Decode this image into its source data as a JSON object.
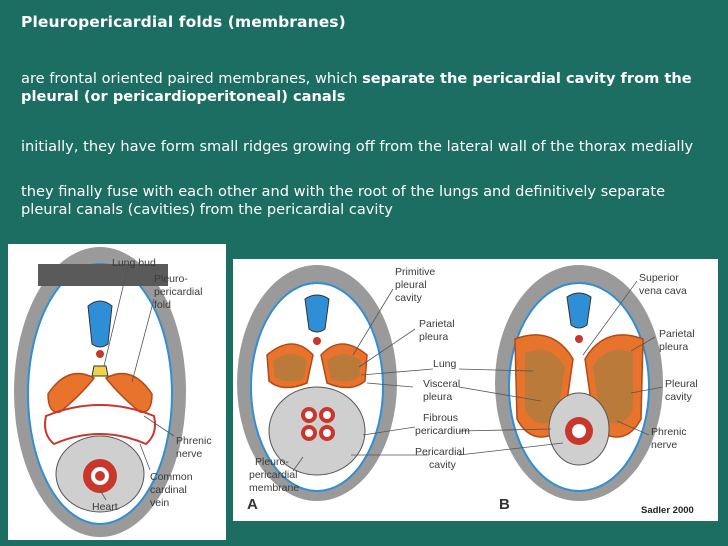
{
  "slide": {
    "title": "Pleuropericardial folds (membranes)",
    "p1_normal": "are frontal oriented paired membranes, which ",
    "p1_bold": "separate the pericardial cavity from the pleural (or pericardioperitoneal) canals",
    "p2": "initially, they have form small ridges growing off from the lateral wall of the thorax medially",
    "p3": "they finally fuse with each other and with the root of the lungs and definitively separate pleural canals (cavities) from the pericardial cavity"
  },
  "figure_left": {
    "labels": {
      "lung_bud": "Lung bud",
      "pleuro_1": "Pleuro-",
      "pleuro_2": "pericardial",
      "pleuro_3": "fold",
      "phrenic_1": "Phrenic",
      "phrenic_2": "nerve",
      "common_1": "Common",
      "common_2": "cardinal",
      "common_3": "vein",
      "heart": "Heart"
    }
  },
  "figure_right": {
    "labels": {
      "primitive_1": "Primitive",
      "primitive_2": "pleural",
      "primitive_3": "cavity",
      "parietal_1": "Parietal",
      "parietal_2": "pleura",
      "lung": "Lung",
      "visceral_1": "Visceral",
      "visceral_2": "pleura",
      "fibrous_1": "Fibrous",
      "fibrous_2": "pericardium",
      "pericardial_1": "Pericardial",
      "pericardial_2": "cavity",
      "ppm_1": "Pleuro-",
      "ppm_2": "pericardial",
      "ppm_3": "membrane",
      "svc_1": "Superior",
      "svc_2": "vena cava",
      "parietal_b_1": "Parietal",
      "parietal_b_2": "pleura",
      "pleural_cav_1": "Pleural",
      "pleural_cav_2": "cavity",
      "phrenic_b_1": "Phrenic",
      "phrenic_b_2": "nerve",
      "panel_a": "A",
      "panel_b": "B",
      "credit": "Sadler 2000"
    }
  },
  "colors": {
    "background": "#1c6e62",
    "text": "#ffffff",
    "orange": "#e8732c",
    "blue": "#2f8fd6",
    "red": "#c9362b"
  }
}
